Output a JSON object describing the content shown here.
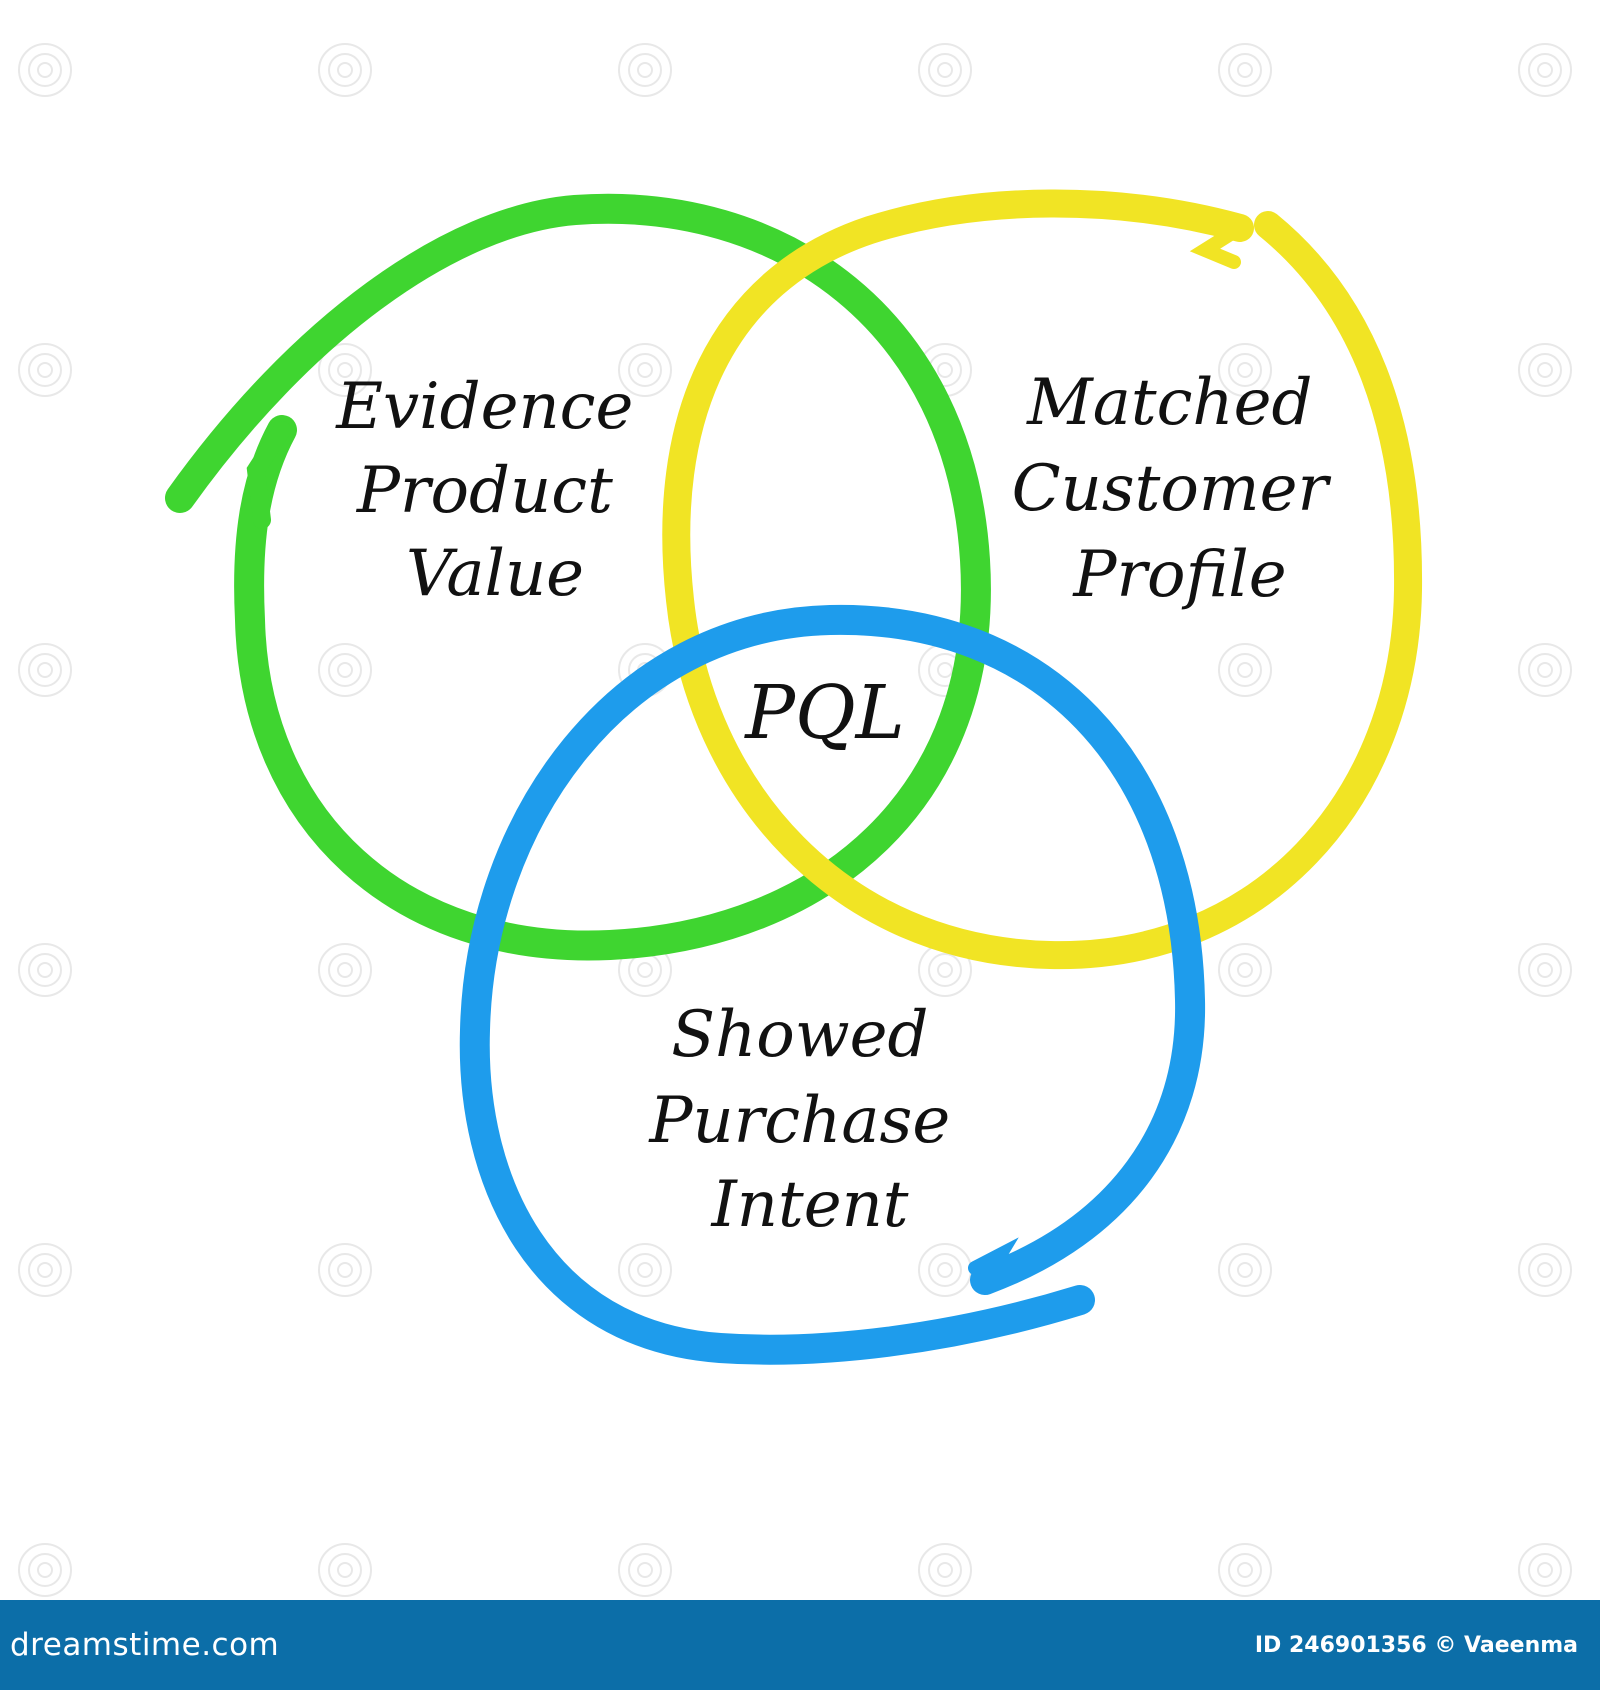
{
  "diagram": {
    "circles": [
      {
        "id": "evidence",
        "label_lines": [
          "Evidence",
          "Product",
          "Value"
        ],
        "color": "#3fd530"
      },
      {
        "id": "matched",
        "label_lines": [
          "Matched",
          "Customer",
          "Profile"
        ],
        "color": "#f1e424"
      },
      {
        "id": "showed",
        "label_lines": [
          "Showed",
          "Purchase",
          "Intent"
        ],
        "color": "#1e9cec"
      }
    ],
    "center_label": "PQL"
  },
  "footer": {
    "brand": "dreamstime.com",
    "credit": "ID 246901356 © Vaeenma",
    "background": "#0c6ea8"
  }
}
